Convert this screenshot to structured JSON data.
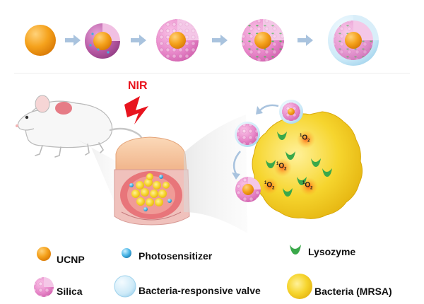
{
  "nir_label": "NIR",
  "singlet_oxygen": {
    "pre": "1",
    "main": "O",
    "sub": "2"
  },
  "legend": {
    "ucnp": "UCNP",
    "photosensitizer": "Photosensitizer",
    "lysozyme": "Lysozyme",
    "silica": "Silica",
    "valve": "Bacteria-responsive valve",
    "bacteria": "Bacteria (MRSA)"
  },
  "colors": {
    "ucnp_core": "#f39c12",
    "silica_shell": "#e87fc3",
    "photosensitizer": "#3fb0e0",
    "lysozyme": "#3aa84a",
    "valve": "#bfe6f7",
    "bacteria": "#f2cf2a",
    "arrow": "#a9c3de",
    "nir": "#e8141e"
  }
}
